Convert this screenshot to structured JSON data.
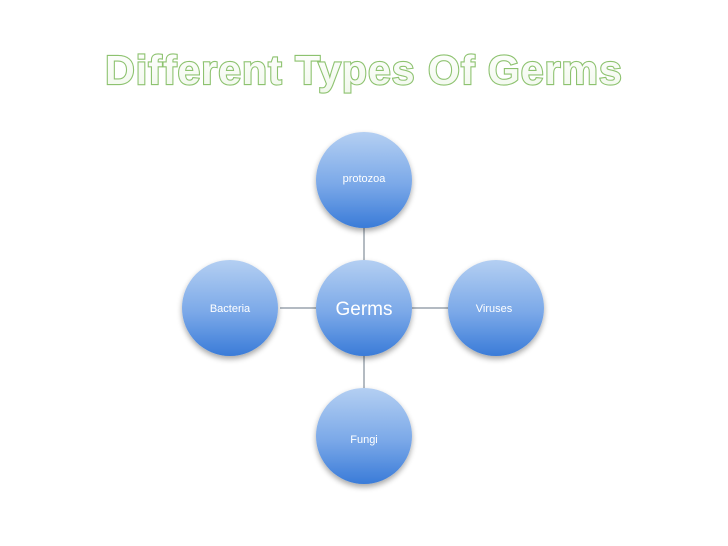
{
  "slide": {
    "title": "Different Types Of Germs",
    "title_fill": "#ffffff",
    "title_stroke": "#8dc26f"
  },
  "diagram": {
    "center": {
      "label": "Germs"
    },
    "nodes": [
      {
        "id": "top",
        "label": "protozoa"
      },
      {
        "id": "right",
        "label": "Viruses"
      },
      {
        "id": "bottom",
        "label": "Fungi"
      },
      {
        "id": "left",
        "label": "Bacteria"
      }
    ],
    "colors": {
      "circle_light": "#a9c8f0",
      "circle_dark": "#3f7fd9",
      "connector": "#9aa4ae"
    }
  }
}
